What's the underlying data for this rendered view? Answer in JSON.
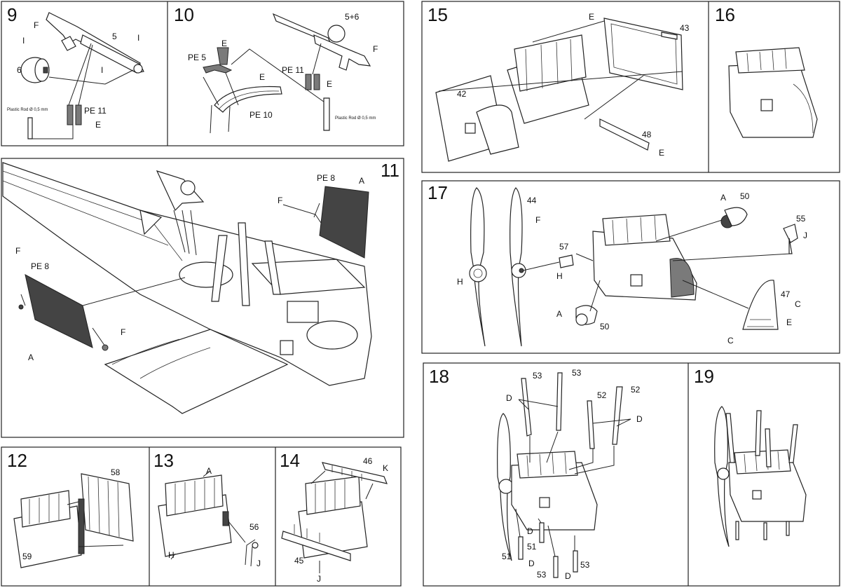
{
  "steps": {
    "s9": {
      "number": "9",
      "labels": {
        "f": "F",
        "five": "5",
        "i1": "I",
        "i2": "I",
        "i3": "I",
        "six": "6",
        "pe11": "PE 11",
        "e": "E",
        "rod": "Plastic Rod Ø 0,5 mm"
      }
    },
    "s10": {
      "number": "10",
      "labels": {
        "pe5": "PE 5",
        "e1": "E",
        "e2": "E",
        "pe10": "PE 10",
        "five6": "5+6",
        "f": "F",
        "pe11": "PE 11",
        "e3": "E",
        "rod": "Plastic Rod Ø 0,5 mm"
      }
    },
    "s11": {
      "number": "11",
      "labels": {
        "pe8a": "PE 8",
        "a1": "A",
        "f1": "F",
        "pe8b": "PE 8",
        "f2": "F",
        "a2": "A",
        "f3": "F"
      }
    },
    "s12": {
      "number": "12",
      "labels": {
        "p58": "58",
        "p59": "59"
      }
    },
    "s13": {
      "number": "13",
      "labels": {
        "a": "A",
        "p56": "56",
        "h": "H",
        "j": "J"
      }
    },
    "s14": {
      "number": "14",
      "labels": {
        "p46": "46",
        "k": "K",
        "p45": "45",
        "j": "J"
      }
    },
    "s15": {
      "number": "15",
      "labels": {
        "e1": "E",
        "p43": "43",
        "p42": "42",
        "p48": "48",
        "e2": "E"
      }
    },
    "s16": {
      "number": "16"
    },
    "s17": {
      "number": "17",
      "labels": {
        "p44": "44",
        "f": "F",
        "a1": "A",
        "p50a": "50",
        "p55": "55",
        "j": "J",
        "p57": "57",
        "h1": "H",
        "h2": "H",
        "a2": "A",
        "p50b": "50",
        "p47": "47",
        "c1": "C",
        "e": "E",
        "c2": "C"
      }
    },
    "s18": {
      "number": "18",
      "labels": {
        "p53a": "53",
        "p53b": "53",
        "d1": "D",
        "p52a": "52",
        "p52b": "52",
        "d2": "D",
        "d3": "D",
        "p51a": "51",
        "p51b": "51",
        "d4": "D",
        "p53c": "53",
        "d5": "D",
        "p53d": "53"
      }
    },
    "s19": {
      "number": "19"
    }
  }
}
